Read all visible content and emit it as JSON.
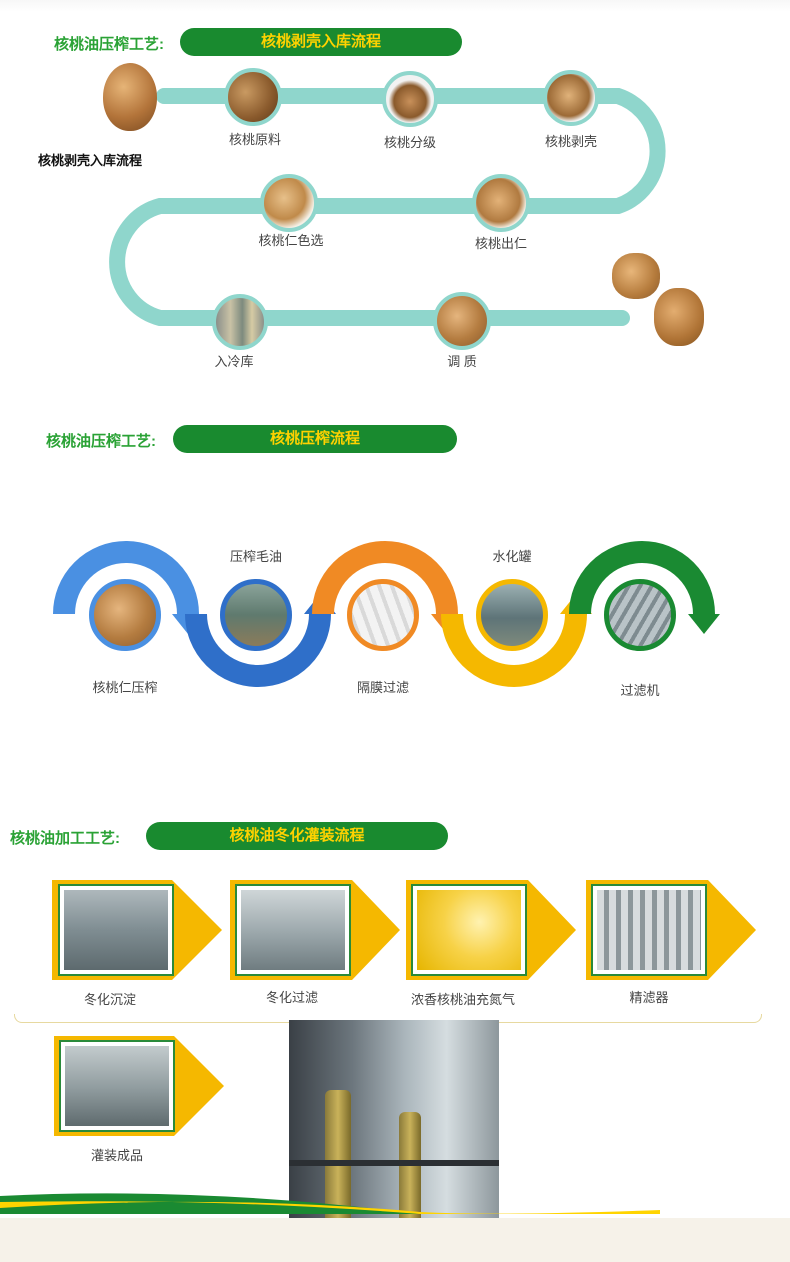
{
  "section1": {
    "label": "核桃油压榨工艺:",
    "title": "核桃剥壳入库流程",
    "side_caption": "核桃剥壳入库流程",
    "steps": [
      "核桃原料",
      "核桃分级",
      "核桃剥壳",
      "核桃仁色选",
      "核桃出仁",
      "入冷库",
      "调 质"
    ],
    "color": "#8fd6cc"
  },
  "section2": {
    "label": "核桃油压榨工艺:",
    "title": "核桃压榨流程",
    "steps": [
      "核桃仁压榨",
      "压榨毛油",
      "隔膜过滤",
      "水化罐",
      "过滤机"
    ],
    "colors": [
      "#4a90e2",
      "#2f6fc9",
      "#f08a24",
      "#f5b800",
      "#1a8a32"
    ]
  },
  "section3": {
    "label": "核桃油加工工艺:",
    "title": "核桃油冬化灌装流程",
    "steps": [
      "冬化沉淀",
      "冬化过滤",
      "浓香核桃油充氮气",
      "精滤器",
      "灌装成品"
    ],
    "accent": "#f5b800"
  }
}
